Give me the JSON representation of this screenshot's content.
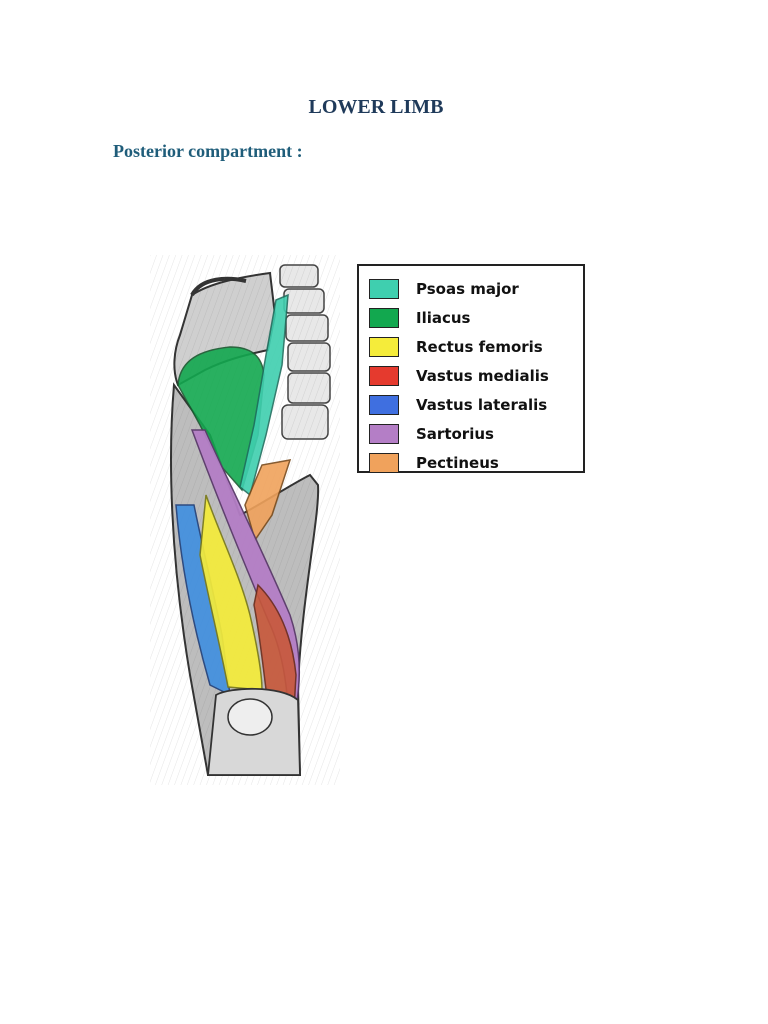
{
  "document": {
    "title": "LOWER LIMB",
    "section_heading": "Posterior compartment :"
  },
  "figure": {
    "legend": [
      {
        "label": "Psoas major",
        "color": "#3fcfaf"
      },
      {
        "label": "Iliacus",
        "color": "#12a84f"
      },
      {
        "label": "Rectus femoris",
        "color": "#f5ec3a"
      },
      {
        "label": "Vastus medialis",
        "color": "#e53a2e"
      },
      {
        "label": "Vastus lateralis",
        "color": "#3f6fe0"
      },
      {
        "label": "Sartorius",
        "color": "#b47ec6"
      },
      {
        "label": "Pectineus",
        "color": "#f0a25c"
      }
    ]
  }
}
